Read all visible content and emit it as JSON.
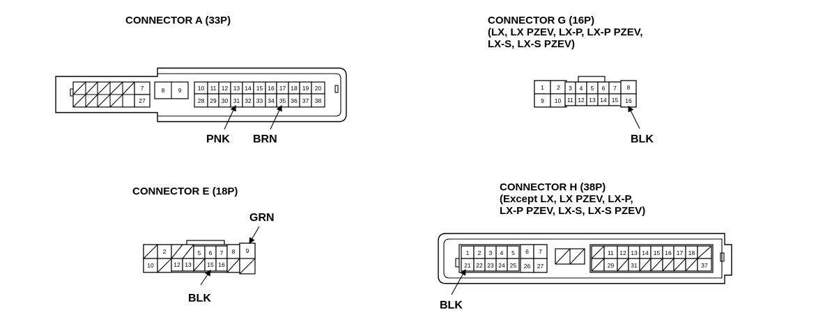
{
  "connectors": {
    "a": {
      "title": [
        "CONNECTOR A (33P)"
      ],
      "pins": [
        "7",
        "27",
        "8",
        "9",
        "10",
        "11",
        "12",
        "13",
        "14",
        "15",
        "16",
        "17",
        "18",
        "19",
        "20",
        "28",
        "29",
        "30",
        "31",
        "32",
        "33",
        "34",
        "35",
        "36",
        "37",
        "38"
      ],
      "wires": [
        "PNK",
        "BRN"
      ]
    },
    "g": {
      "title": [
        "CONNECTOR G (16P)",
        "(LX, LX PZEV, LX-P, LX-P PZEV,",
        "LX-S, LX-S PZEV)"
      ],
      "pins": [
        "1",
        "2",
        "3",
        "4",
        "5",
        "6",
        "7",
        "8",
        "9",
        "10",
        "11",
        "12",
        "13",
        "14",
        "15",
        "16"
      ],
      "wires": [
        "BLK"
      ]
    },
    "e": {
      "title": [
        "CONNECTOR E (18P)"
      ],
      "pins": [
        "2",
        "5",
        "6",
        "7",
        "8",
        "9",
        "10",
        "12",
        "13",
        "15",
        "16"
      ],
      "wires": [
        "GRN",
        "BLK"
      ]
    },
    "h": {
      "title": [
        "CONNECTOR H (38P)",
        "(Except LX, LX PZEV, LX-P,",
        "LX-P PZEV, LX-S, LX-S PZEV)"
      ],
      "pins": [
        "1",
        "2",
        "3",
        "4",
        "5",
        "6",
        "7",
        "21",
        "22",
        "23",
        "24",
        "25",
        "26",
        "27",
        "11",
        "12",
        "13",
        "14",
        "15",
        "16",
        "17",
        "18",
        "29",
        "31",
        "37"
      ],
      "wires": [
        "BLK"
      ]
    }
  }
}
